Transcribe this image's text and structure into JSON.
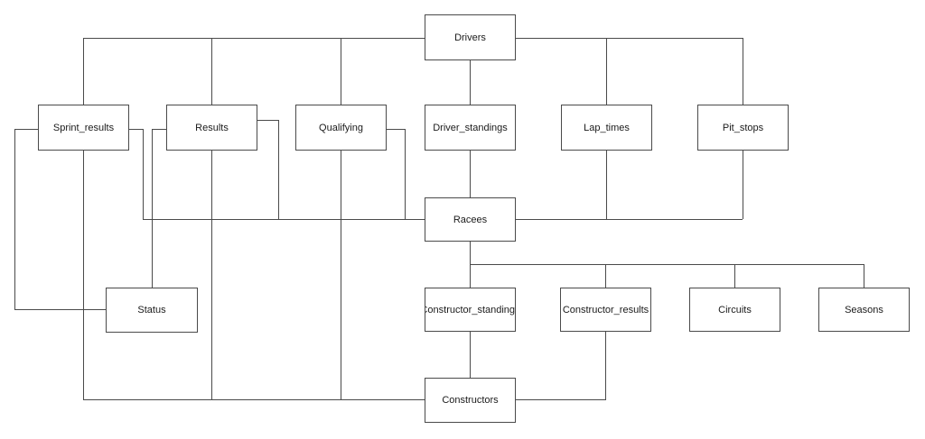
{
  "diagram": {
    "type": "entity-relationship-diagram",
    "colors": {
      "background": "#ffffff",
      "node_fill": "#ffffff",
      "node_border": "#4a4a4a",
      "connector": "#4a4a4a",
      "text": "#1a1a1a"
    },
    "nodes": {
      "drivers": {
        "label": "Drivers"
      },
      "sprint_results": {
        "label": "Sprint_results"
      },
      "results": {
        "label": "Results"
      },
      "qualifying": {
        "label": "Qualifying"
      },
      "driver_standings": {
        "label": "Driver_standings"
      },
      "lap_times": {
        "label": "Lap_times"
      },
      "pit_stops": {
        "label": "Pit_stops"
      },
      "racees": {
        "label": "Racees"
      },
      "status": {
        "label": "Status"
      },
      "constructor_standings": {
        "label": "Constructor_standings"
      },
      "constructor_results": {
        "label": "Constructor_results"
      },
      "circuits": {
        "label": "Circuits"
      },
      "seasons": {
        "label": "Seasons"
      },
      "constructors": {
        "label": "Constructors"
      }
    },
    "edges": [
      [
        "Drivers",
        "Sprint_results"
      ],
      [
        "Drivers",
        "Results"
      ],
      [
        "Drivers",
        "Qualifying"
      ],
      [
        "Drivers",
        "Driver_standings"
      ],
      [
        "Drivers",
        "Lap_times"
      ],
      [
        "Drivers",
        "Pit_stops"
      ],
      [
        "Driver_standings",
        "Racees"
      ],
      [
        "Sprint_results",
        "Racees"
      ],
      [
        "Results",
        "Racees"
      ],
      [
        "Qualifying",
        "Racees"
      ],
      [
        "Lap_times",
        "Racees"
      ],
      [
        "Pit_stops",
        "Racees"
      ],
      [
        "Sprint_results",
        "Status"
      ],
      [
        "Results",
        "Status"
      ],
      [
        "Racees",
        "Constructor_standings"
      ],
      [
        "Racees",
        "Constructor_results"
      ],
      [
        "Racees",
        "Circuits"
      ],
      [
        "Racees",
        "Seasons"
      ],
      [
        "Constructor_standings",
        "Constructors"
      ],
      [
        "Constructor_results",
        "Constructors"
      ],
      [
        "Sprint_results",
        "Constructors"
      ],
      [
        "Results",
        "Constructors"
      ],
      [
        "Qualifying",
        "Constructors"
      ]
    ]
  }
}
